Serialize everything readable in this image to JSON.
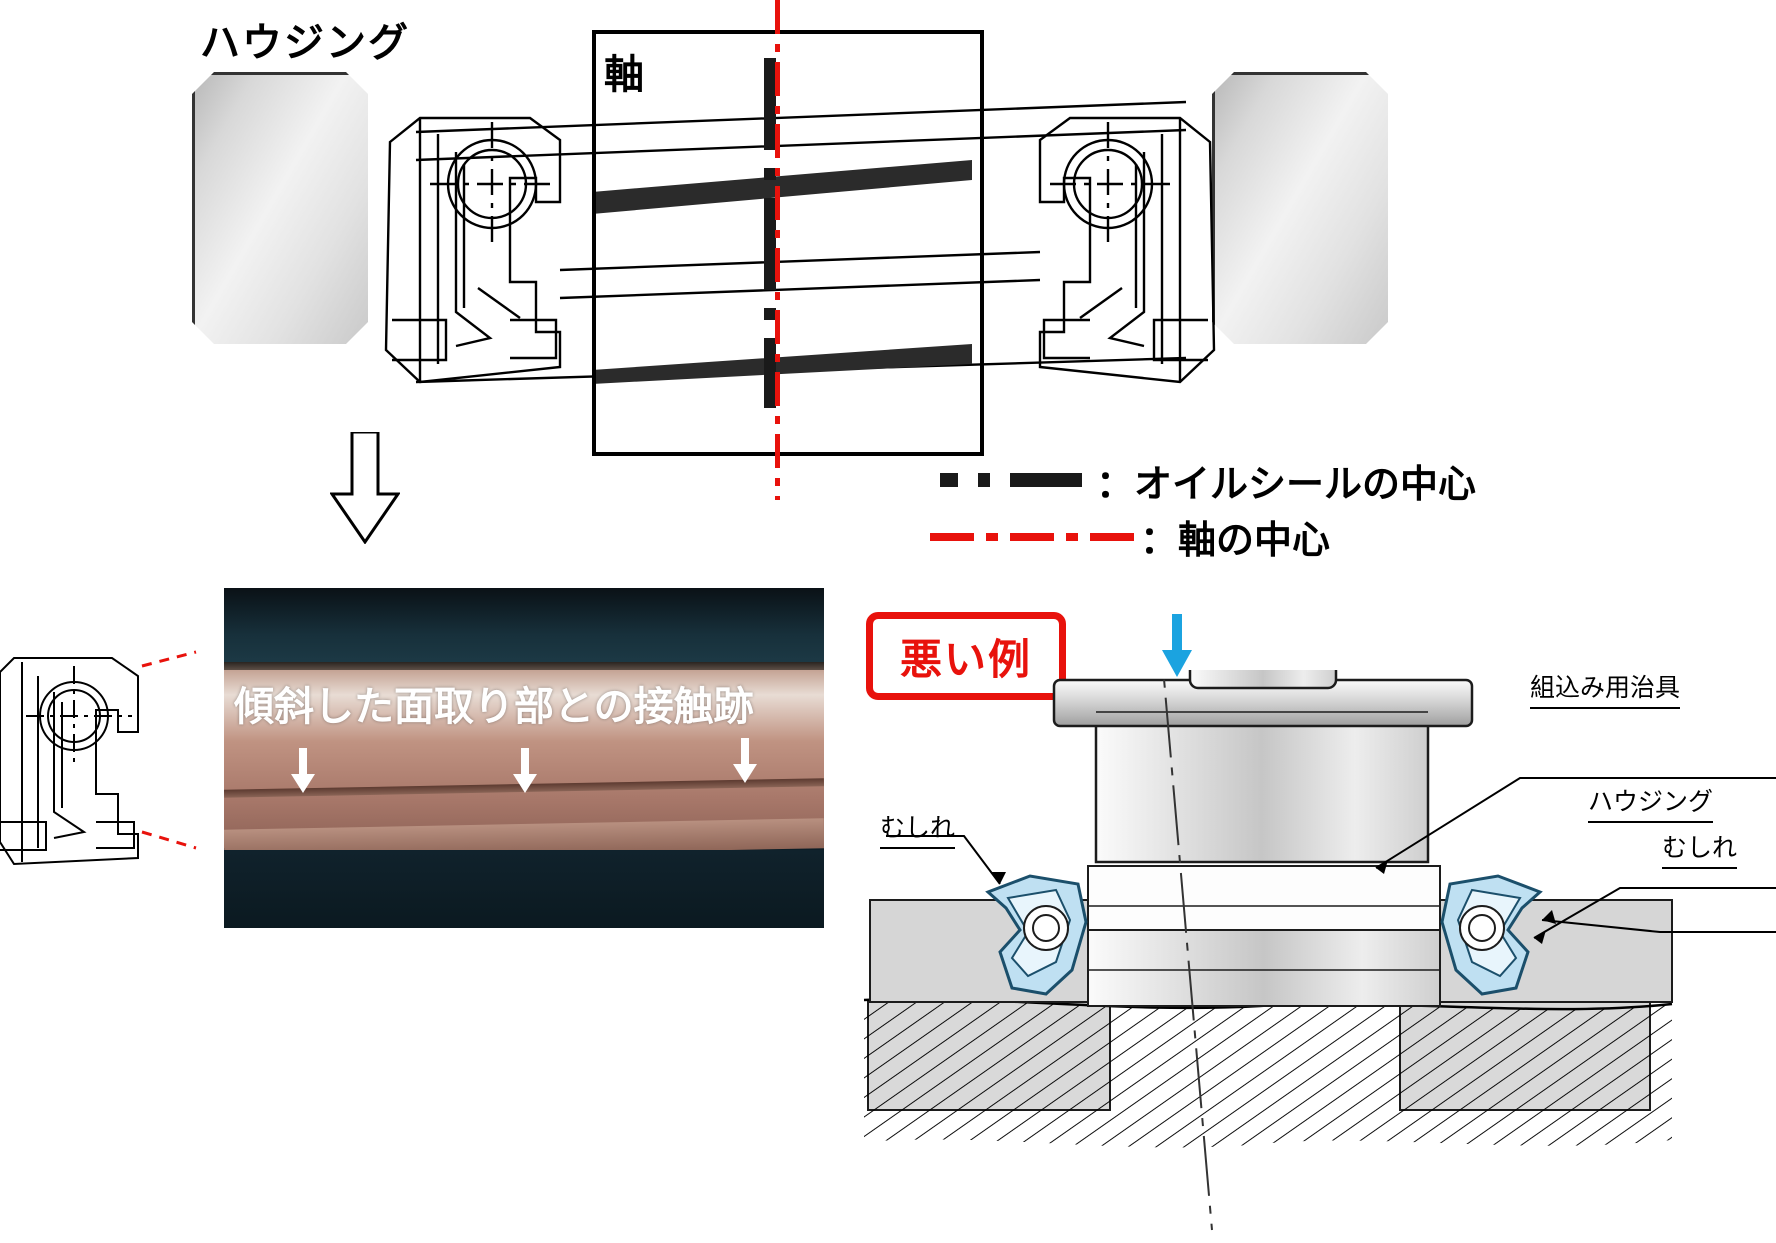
{
  "top_diagram": {
    "housing_label": "ハウジング",
    "shaft_label": "軸",
    "detail_box_name": "detail-region"
  },
  "legend": {
    "items": [
      {
        "key": "black-dash-dot",
        "color": "#1a1a1a",
        "text": "：オイルシールの中心"
      },
      {
        "key": "red-dash-dot",
        "color": "#e8120c",
        "text": "：軸の中心"
      }
    ]
  },
  "photo": {
    "caption": "傾斜した面取り部との接触跡",
    "arrow_count": 3
  },
  "bad_example": {
    "badge": "悪い例",
    "badge_color": "#e8120c",
    "press_arrow_color": "#1ba3e0",
    "labels": {
      "jig": "組込み用治具",
      "housing": "ハウジング",
      "tear_left": "むしれ",
      "tear_right": "むしれ"
    }
  }
}
